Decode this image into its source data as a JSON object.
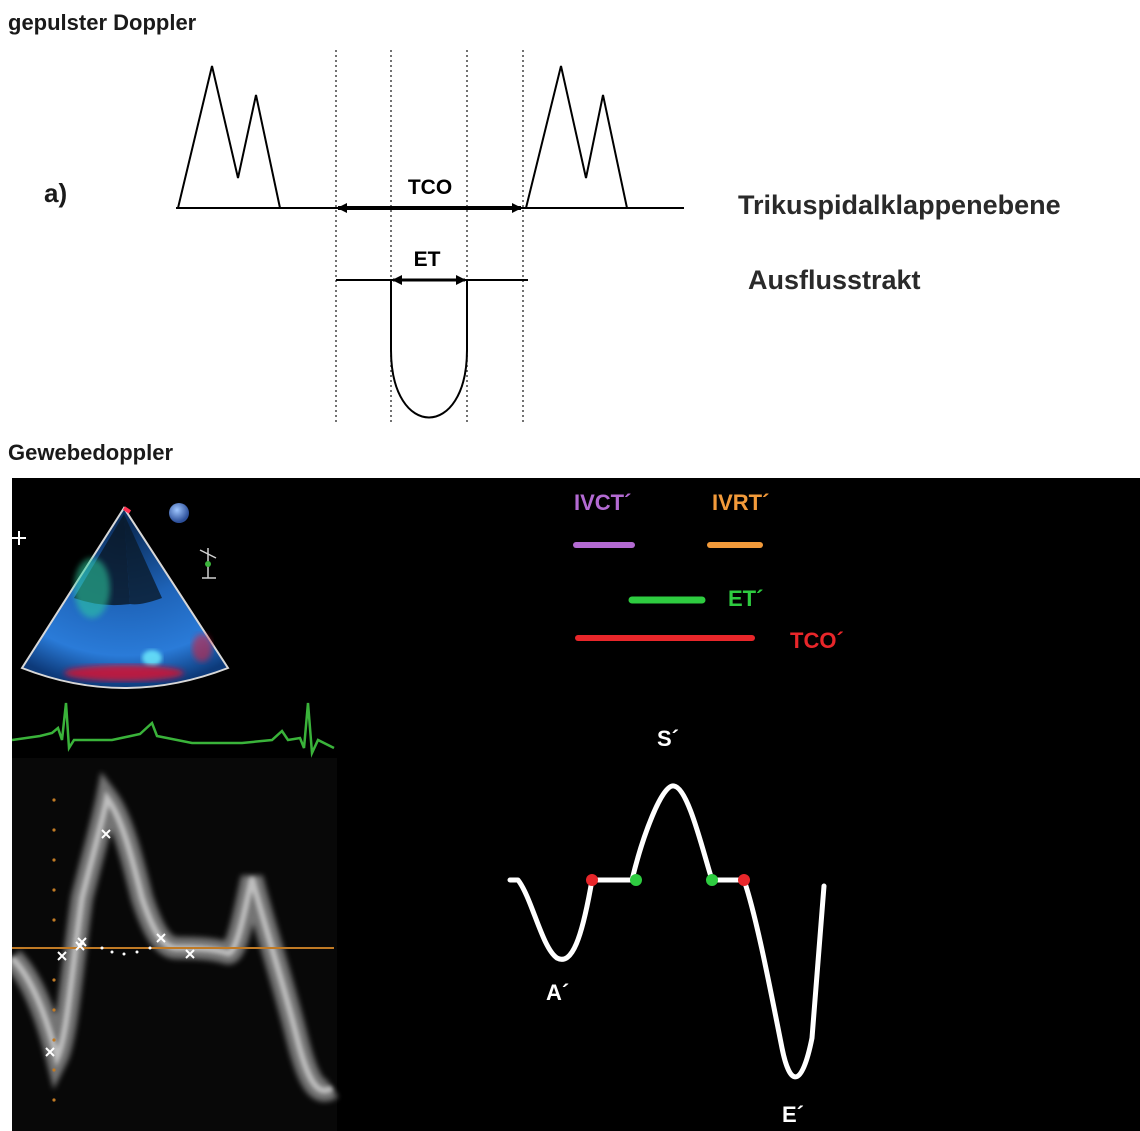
{
  "pulsed_doppler": {
    "title": "gepulster Doppler",
    "panel_label": "a)",
    "interval_labels": {
      "tco": "TCO",
      "et": "ET"
    },
    "plane_labels": {
      "tricuspid": "Trikuspidalklappenebene",
      "outflow": "Ausflusstrakt"
    }
  },
  "tissue_doppler": {
    "title": "Gewebedoppler",
    "legend": [
      {
        "key": "ivct",
        "label": "IVCT´",
        "color": "#b36ad2"
      },
      {
        "key": "ivrt",
        "label": "IVRT´",
        "color": "#f29a3a"
      },
      {
        "key": "et",
        "label": "ET´",
        "color": "#2ecc40"
      },
      {
        "key": "tco",
        "label": "TCO´",
        "color": "#e8262a"
      }
    ],
    "wave_labels": {
      "s": "S´",
      "a": "A´",
      "e": "E´"
    },
    "ecg_color": "#3ab33a",
    "baseline_color": "#c07a25"
  }
}
